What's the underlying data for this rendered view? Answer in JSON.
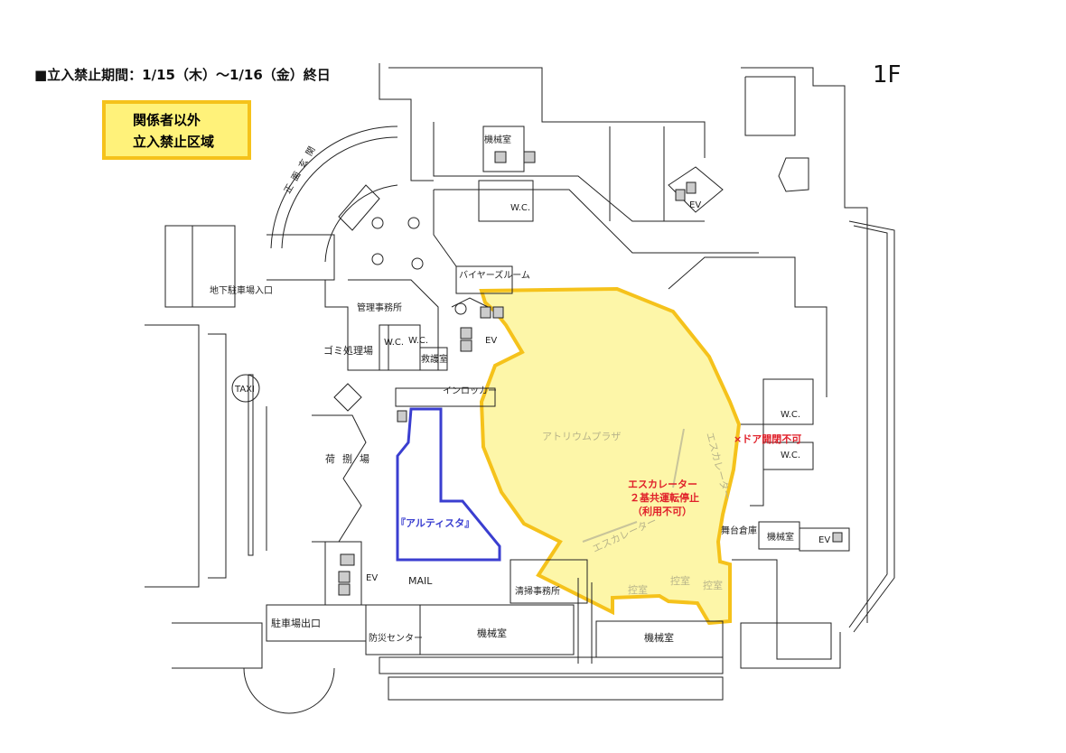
{
  "header": {
    "notice": "■立入禁止期間：1/15（木）～1/16（金）終日",
    "floor": "1F"
  },
  "legend": {
    "line1": "関係者以外",
    "line2": "立入禁止区域",
    "fill_color": "#fff27a",
    "border_color": "#f5c21b"
  },
  "rooms": {
    "main_entrance": "正面玄関",
    "machine_room_top": "機械室",
    "wc_top": "W.C.",
    "ev_top": "EV",
    "buyers_room": "バイヤーズルーム",
    "underground_parking": "地下駐車場入口",
    "management_office": "管理事務所",
    "garbage": "ゴミ処理場",
    "wc_left1": "W.C.",
    "wc_left2": "W.C.",
    "first_aid": "救護室",
    "ev_center": "EV",
    "coin_locker": "インロッカー",
    "taxi": "TAXI",
    "loading": "荷捌場",
    "artista": "『アルティスタ』",
    "ev_left": "EV",
    "mail": "MAIL",
    "parking_exit": "駐車場出口",
    "disaster_center": "防災センター",
    "machine_room_bottom1": "機械室",
    "cleaning_office": "清掃事務所",
    "machine_room_bottom2": "機械室",
    "atrium": "アトリウムプラザ",
    "escalator1": "エスカレーター",
    "escalator2": "エスカレーター",
    "waiting1": "控室",
    "waiting2": "控室",
    "waiting3": "控室",
    "stage_storage": "舞台倉庫",
    "machine_room_right": "機械室",
    "ev_right": "EV",
    "wc_right1": "W.C.",
    "wc_right2": "W.C."
  },
  "notes": {
    "door": "×ドア開閉不可",
    "escalator_line1": "エスカレーター",
    "escalator_line2": "２基共運転停止",
    "escalator_line3": "（利用不可）",
    "red_color": "#e0202a",
    "blue_color": "#3a3ed0"
  }
}
